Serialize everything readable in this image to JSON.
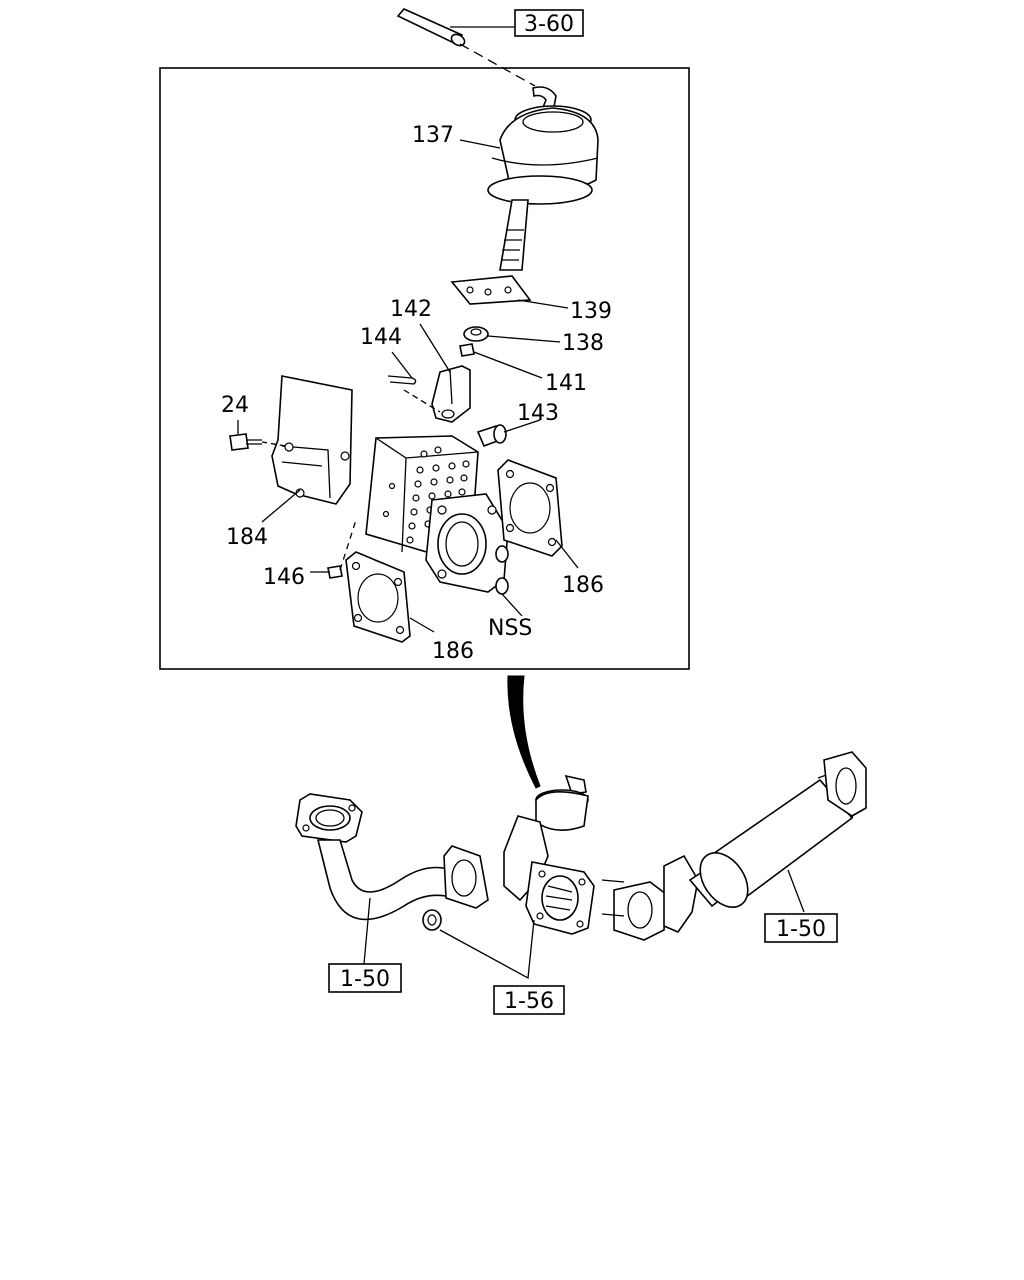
{
  "callouts": {
    "c137": "137",
    "c139": "139",
    "c142": "142",
    "c138": "138",
    "c144": "144",
    "c141": "141",
    "c24": "24",
    "c143": "143",
    "c184": "184",
    "c146": "146",
    "c186_right": "186",
    "c186_bottom": "186",
    "nss": "NSS"
  },
  "references": {
    "ref_top": "3-60",
    "ref_left": "1-50",
    "ref_center": "1-56",
    "ref_right": "1-50"
  }
}
